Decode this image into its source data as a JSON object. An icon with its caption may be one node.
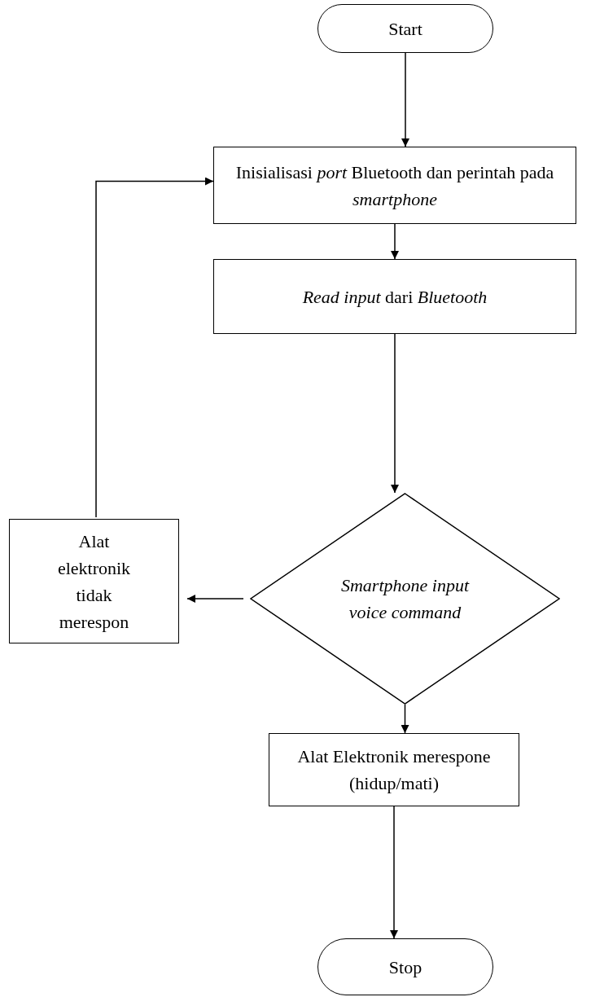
{
  "diagram": {
    "nodes": [
      {
        "text": [
          "Start"
        ]
      },
      {
        "text": [
          "Inisialisasi *port* Bluetooth dan perintah pada *smartphone*"
        ]
      },
      {
        "text": [
          "*Read input* dari *Bluetooth*"
        ]
      },
      {
        "text": [
          "Smartphone input voice command"
        ]
      },
      {
        "text": [
          "Alat elektronik tidak merespon"
        ]
      },
      {
        "text": [
          "Alat Elektronik merespone (hidup/mati)"
        ]
      },
      {
        "text": [
          "Stop"
        ]
      }
    ],
    "edges": [
      {
        "from": 0,
        "to": 1,
        "arrow": "to"
      },
      {
        "from": 1,
        "to": 2,
        "arrow": "to"
      },
      {
        "from": 2,
        "to": 3,
        "arrow": "to"
      },
      {
        "from": 3,
        "to": 4,
        "arrow": "to"
      },
      {
        "from": 4,
        "to": 1,
        "arrow": "to"
      },
      {
        "from": 3,
        "to": 5,
        "arrow": "to"
      },
      {
        "from": 5,
        "to": 6,
        "arrow": "to"
      }
    ]
  }
}
